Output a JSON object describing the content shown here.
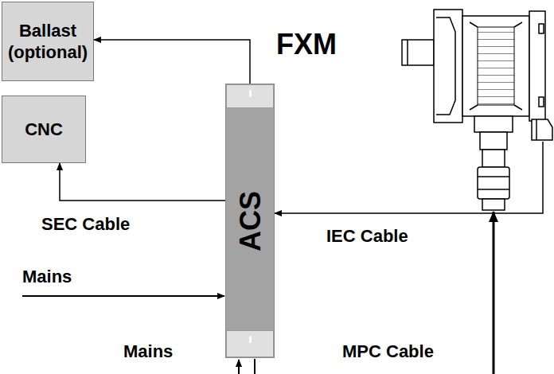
{
  "diagram": {
    "nodes": [
      {
        "text": [
          "Ballast (optional)"
        ]
      },
      {
        "text": [
          "CNC"
        ]
      },
      {
        "text": [
          "ACS"
        ]
      },
      {
        "text": [
          "FXM"
        ]
      }
    ],
    "edges": [
      {
        "from": 2,
        "to": 0,
        "arrow": "to"
      },
      {
        "from": 2,
        "to": 1,
        "label": "SEC Cable",
        "arrow": "to"
      },
      {
        "from": 3,
        "to": 2,
        "label": "IEC Cable",
        "arrow": "to"
      }
    ],
    "labels": [
      "Mains",
      "Mains",
      "MPC Cable"
    ]
  }
}
